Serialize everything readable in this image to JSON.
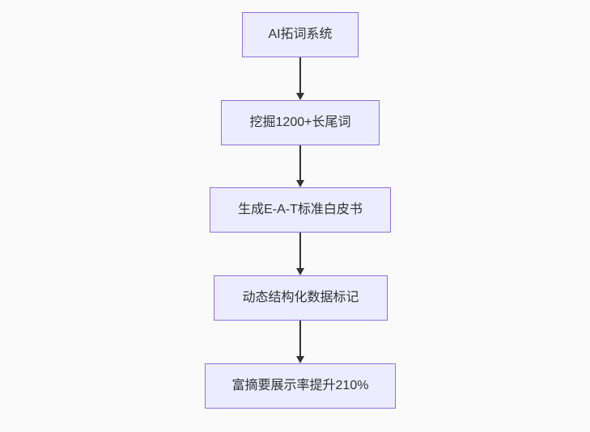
{
  "flowchart": {
    "type": "flowchart",
    "direction": "top-down",
    "nodes": [
      {
        "label": "AI拓词系统"
      },
      {
        "label": "挖掘1200+长尾词"
      },
      {
        "label": "生成E-A-T标准白皮书"
      },
      {
        "label": "动态结构化数据标记"
      },
      {
        "label": "富摘要展示率提升210%"
      }
    ],
    "edges": [
      {
        "from": 0,
        "to": 1
      },
      {
        "from": 1,
        "to": 2
      },
      {
        "from": 2,
        "to": 3
      },
      {
        "from": 3,
        "to": 4
      }
    ],
    "colors": {
      "node_fill": "#ECECFF",
      "node_border": "#9370DB",
      "edge_line": "#333333",
      "text": "#333333",
      "background": "#fafafa"
    }
  }
}
